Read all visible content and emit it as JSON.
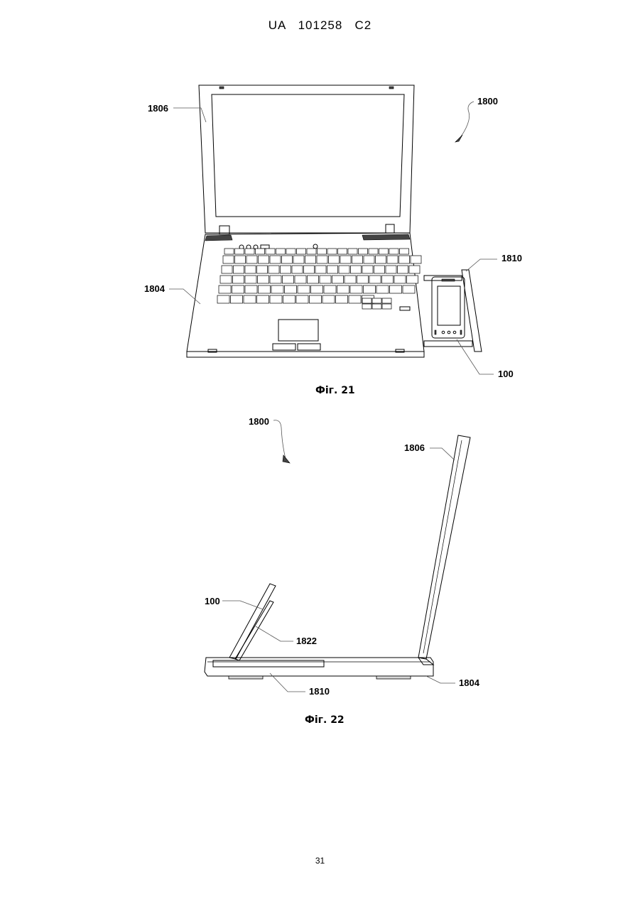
{
  "header": {
    "patent_number": "UA   101258   C2"
  },
  "footer": {
    "page_number": "31"
  },
  "figure21": {
    "caption": "Фіг. 21",
    "labels": {
      "display": "1806",
      "system": "1800",
      "dock": "1810",
      "base": "1804",
      "device": "100"
    }
  },
  "figure22": {
    "caption": "Фіг. 22",
    "labels": {
      "system": "1800",
      "display": "1806",
      "device": "100",
      "support": "1822",
      "dock": "1810",
      "base": "1804"
    }
  }
}
